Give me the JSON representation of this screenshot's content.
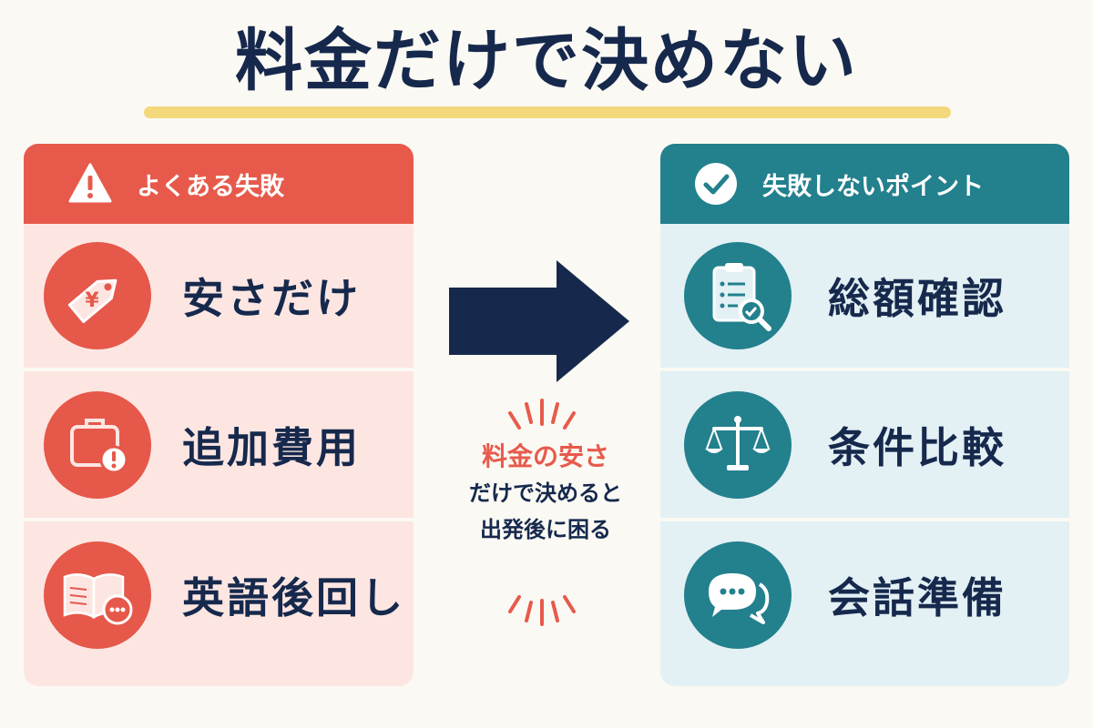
{
  "title": "料金だけで決めない",
  "colors": {
    "navy": "#16294d",
    "accent_red": "#e75a4b",
    "accent_teal": "#23808d",
    "highlight_yellow": "#f3d97b"
  },
  "left_panel": {
    "header": "よくある失敗",
    "header_icon": "warning-icon",
    "items": [
      {
        "label": "安さだけ",
        "icon": "price-tag-yen-icon"
      },
      {
        "label": "追加費用",
        "icon": "briefcase-alert-icon"
      },
      {
        "label": "英語後回し",
        "icon": "open-book-chat-icon"
      }
    ]
  },
  "right_panel": {
    "header": "失敗しないポイント",
    "header_icon": "check-circle-icon",
    "items": [
      {
        "label": "総額確認",
        "icon": "clipboard-magnifier-icon"
      },
      {
        "label": "条件比較",
        "icon": "balance-scale-icon"
      },
      {
        "label": "会話準備",
        "icon": "speech-bubbles-icon"
      }
    ]
  },
  "middle_note": {
    "highlight": "料金の安さ",
    "line2": "だけで決めると",
    "line3": "出発後に困る"
  }
}
